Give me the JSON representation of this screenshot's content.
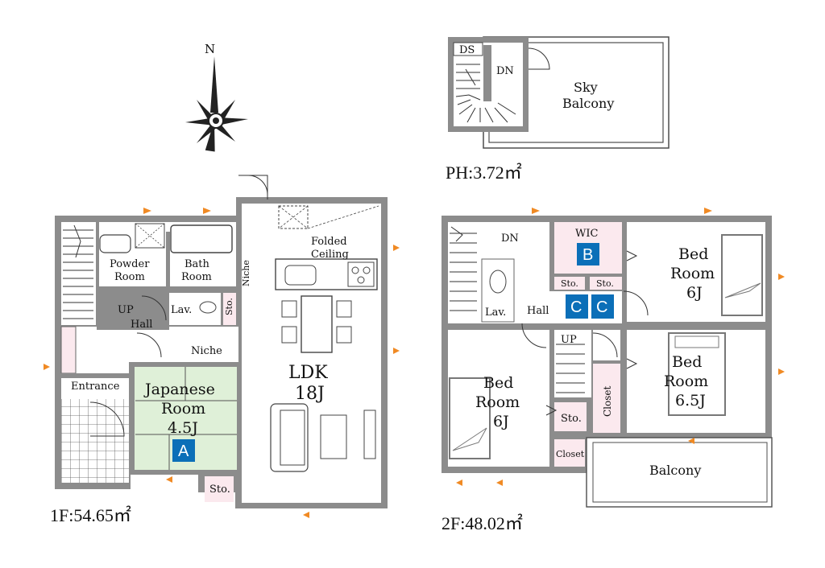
{
  "compass": {
    "north": "N"
  },
  "areas": {
    "first": "1F:54.65㎡",
    "second": "2F:48.02㎡",
    "penthouse": "PH:3.72㎡"
  },
  "penthouse": {
    "ds": "DS",
    "dn": "DN",
    "sky_line1": "Sky",
    "sky_line2": "Balcony"
  },
  "first_floor": {
    "powder_line1": "Powder",
    "powder_line2": "Room",
    "bath_line1": "Bath",
    "bath_line2": "Room",
    "niche": "Niche",
    "niche2": "Niche",
    "lav": "Lav.",
    "sto_upper": "Sto.",
    "up": "UP",
    "hall": "Hall",
    "entrance": "Entrance",
    "japanese_line1": "Japanese",
    "japanese_line2": "Room",
    "japanese_size": "4.5J",
    "tag_a": "A",
    "ldk": "LDK",
    "ldk_size": "18J",
    "folded_line1": "Folded",
    "folded_line2": "Ceiling",
    "sto_lower": "Sto."
  },
  "second_floor": {
    "dn": "DN",
    "lav": "Lav.",
    "hall": "Hall",
    "up": "UP",
    "wic": "WIC",
    "tag_b": "B",
    "sto1": "Sto.",
    "sto2": "Sto.",
    "tag_c1": "C",
    "tag_c2": "C",
    "bed1_line1": "Bed",
    "bed1_line2": "Room",
    "bed1_size": "6J",
    "bed2_line1": "Bed",
    "bed2_line2": "Room",
    "bed2_size": "6.5J",
    "bed3_line1": "Bed",
    "bed3_line2": "Room",
    "bed3_size": "6J",
    "closet_v": "Closet",
    "sto3": "Sto.",
    "closet2": "Closet",
    "balcony": "Balcony"
  },
  "colors": {
    "wall": "#8c8c8c",
    "wall_dark": "#4d4d4d",
    "japanese": "#dff0d8",
    "storage": "#fbe9ee",
    "tag": "#0b6fb8",
    "arrow": "#f08a24"
  }
}
